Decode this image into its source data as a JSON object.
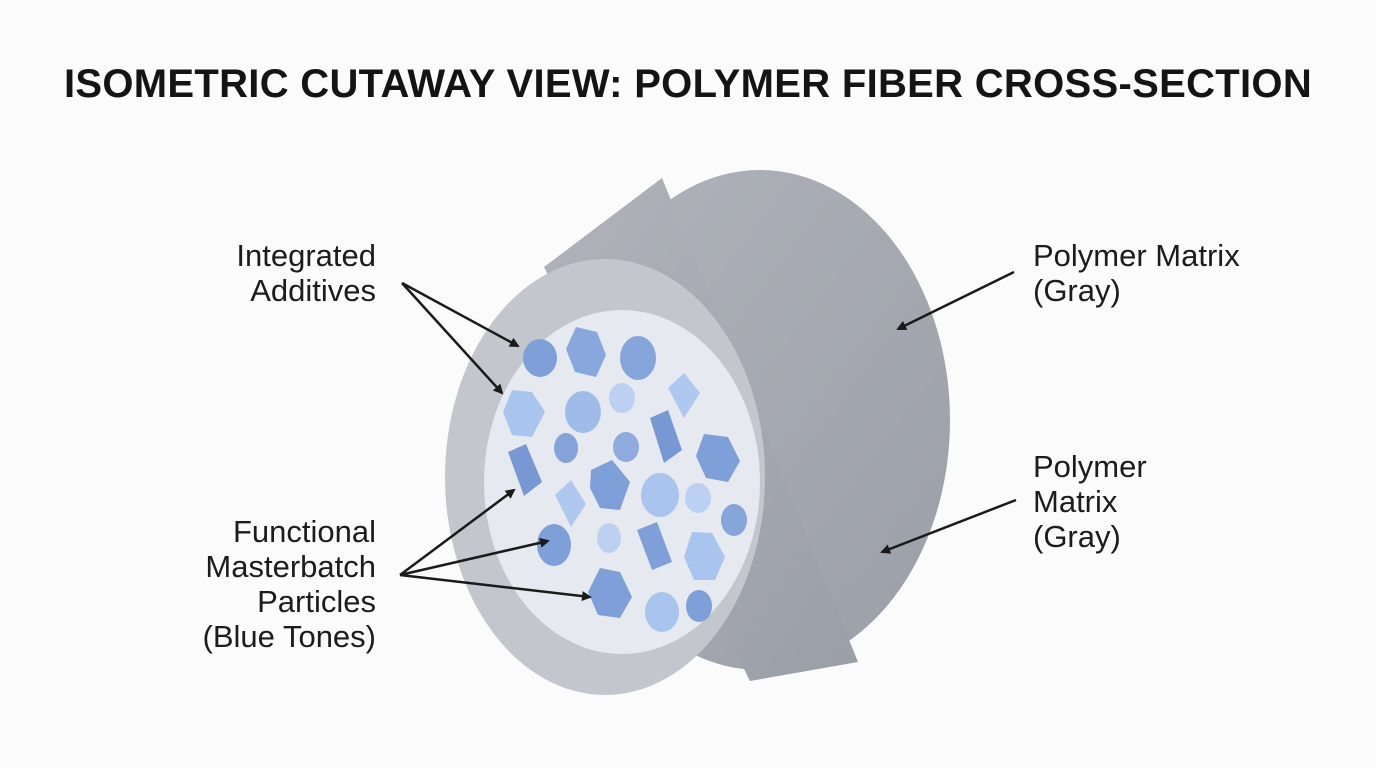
{
  "title": "ISOMETRIC CUTAWAY VIEW: POLYMER FIBER CROSS-SECTION",
  "labels": {
    "integrated_additives": [
      "Integrated",
      "Additives"
    ],
    "functional_masterbatch": [
      "Functional",
      "Masterbatch",
      "Particles",
      "(Blue Tones)"
    ],
    "polymer_matrix_top": [
      "Polymer Matrix",
      "(Gray)"
    ],
    "polymer_matrix_bottom": [
      "Polymer",
      "Matrix",
      "(Gray)"
    ]
  },
  "colors": {
    "matrix_body": "#a6a9b1",
    "matrix_rim": "#c3c6cd",
    "core_face": "#e6e9ef",
    "particle_dark": "#7e9fd8",
    "particle_light": "#a9c4ee",
    "arrow": "#1a1a1a"
  }
}
